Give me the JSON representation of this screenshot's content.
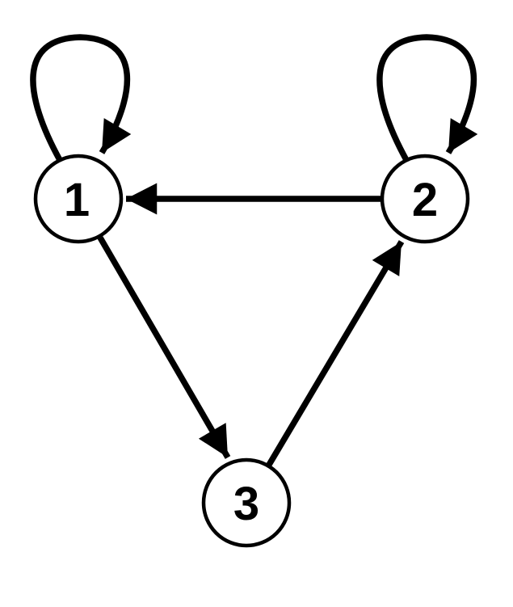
{
  "diagram": {
    "type": "directed-graph",
    "background": "#ffffff",
    "ink": "#000000",
    "nodes": [
      {
        "id": "1",
        "label": "1"
      },
      {
        "id": "2",
        "label": "2"
      },
      {
        "id": "3",
        "label": "3"
      }
    ],
    "edges": [
      {
        "from": "1",
        "to": "1",
        "kind": "self-loop"
      },
      {
        "from": "2",
        "to": "2",
        "kind": "self-loop"
      },
      {
        "from": "2",
        "to": "1",
        "kind": "straight"
      },
      {
        "from": "1",
        "to": "3",
        "kind": "straight"
      },
      {
        "from": "3",
        "to": "2",
        "kind": "straight"
      }
    ]
  }
}
